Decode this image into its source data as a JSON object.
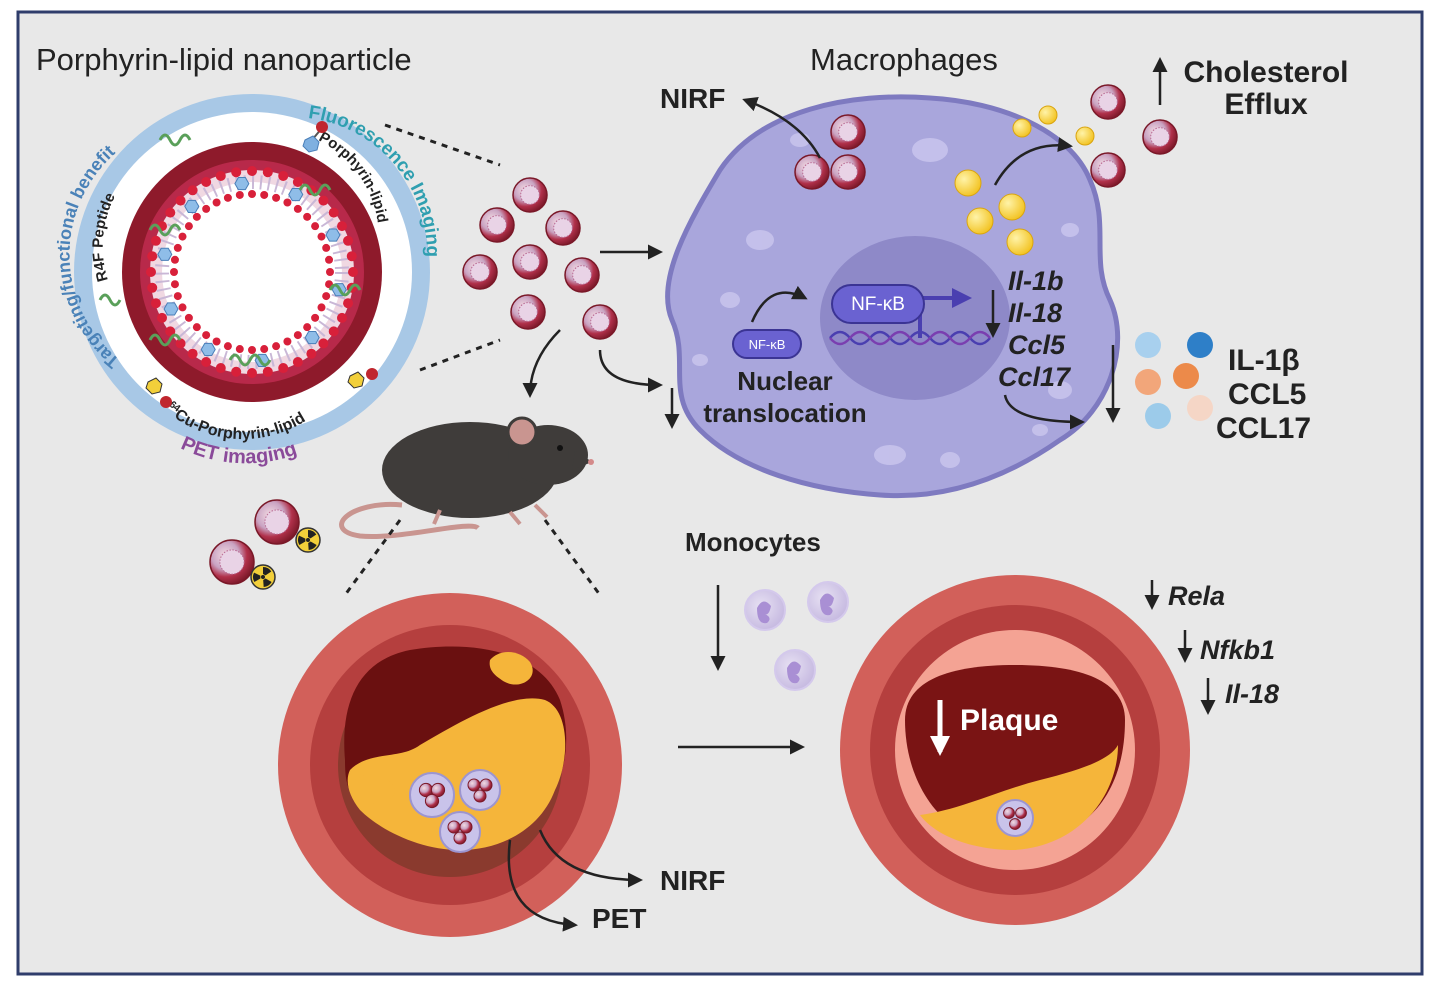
{
  "nanoparticle": {
    "title": "Porphyrin-lipid nanoparticle",
    "ring_targeting": "Targeting/functional benefit",
    "ring_fluorescence": "Fluorescence Imaging",
    "ring_pet": "PET imaging",
    "label_peptide": "R4F Peptide",
    "label_porphyrin_lipid": "Porphyrin-lipid",
    "label_cu_prefix": "64",
    "label_cu": "Cu-Porphyrin-lipid"
  },
  "macrophage": {
    "title": "Macrophages",
    "nirf": "NIRF",
    "cholesterol_line1": "Cholesterol",
    "cholesterol_line2": "Efflux",
    "nfkb_cytoplasm": "NF-κB",
    "nfkb_nucleus": "NF-κB",
    "translocation_line1": "Nuclear",
    "translocation_line2": "translocation",
    "genes": [
      "Il-1b",
      "Il-18",
      "Ccl5",
      "Ccl17"
    ],
    "cytokines": [
      "IL-1β",
      "CCL5",
      "CCL17"
    ]
  },
  "monocytes": {
    "label": "Monocytes"
  },
  "plaque": {
    "label": "Plaque",
    "nirf": "NIRF",
    "pet": "PET",
    "genes_down": [
      "Rela",
      "Nfkb1",
      "Il-18"
    ]
  },
  "colors": {
    "background": "#e8e8e8",
    "frame": "#2f3d6b",
    "nanoparticle_red": "#a1283a",
    "ring_blue": "#a8c8e6",
    "macrophage_purple": "#a9a6dc",
    "nucleus": "#8e89c8",
    "artery_outer": "#d2605a",
    "artery_mid": "#b53f3e",
    "lumen": "#7a1414",
    "plaque_yellow": "#f5b53a",
    "cholesterol_yellow": "#ffd447"
  }
}
